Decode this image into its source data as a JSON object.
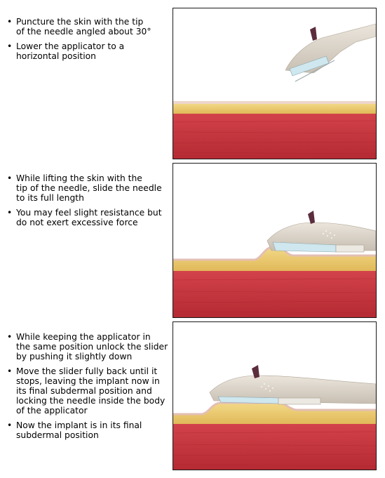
{
  "steps": [
    {
      "bullets": [
        "Puncture the skin with the tip\nof the needle angled about 30°",
        "Lower the applicator to a\nhorizontal position"
      ]
    },
    {
      "bullets": [
        "While lifting the skin with the\ntip of the needle, slide the needle\nto its full length",
        "You may feel slight resistance but\ndo not exert excessive force"
      ]
    },
    {
      "bullets": [
        "While keeping the applicator in\nthe same position unlock the slider\nby pushing it slightly down",
        "Move the slider fully back until it\nstops, leaving the implant now in\nits final subdermal position and\nlocking the needle inside the body\nof the applicator",
        "Now the implant is in its final\nsubdermal position"
      ]
    }
  ],
  "bullet_glyph": "•",
  "colors": {
    "muscle": "#c9343c",
    "fat": "#e8c868",
    "skin": "#efd8d0",
    "applicator": "#d9d2c8"
  }
}
